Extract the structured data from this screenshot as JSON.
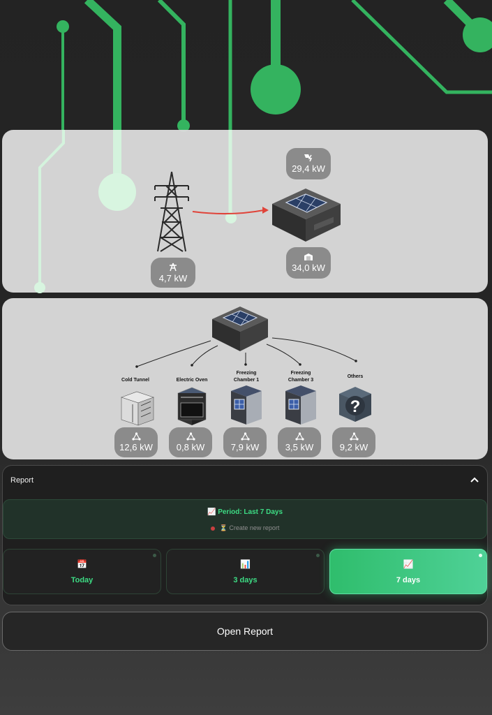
{
  "colors": {
    "accent": "#3ddc84",
    "pill": "#8b8b8b",
    "card": "#dbdbdb",
    "arrow": "#e0443a"
  },
  "energy_flow": {
    "grid": {
      "icon": "power-tower-icon",
      "value": "4,7 kW"
    },
    "solar": {
      "icon": "solar-power-icon",
      "value": "29,4 kW"
    },
    "building": {
      "icon": "factory-icon",
      "value": "34,0 kW"
    }
  },
  "consumers": [
    {
      "name": "Cold Tunnel",
      "value": "12,6 kW"
    },
    {
      "name": "Electric Oven",
      "value": "0,8 kW"
    },
    {
      "name": "Freezing Chamber 1",
      "value": "7,9 kW"
    },
    {
      "name": "Freezing Chamber 3",
      "value": "3,5 kW"
    },
    {
      "name": "Others",
      "value": "9,2 kW"
    }
  ],
  "report": {
    "title": "Report",
    "period_label": "📈 Period: Last 7 Days",
    "create_label": "⏳ Create new report",
    "ranges": [
      {
        "icon": "📅",
        "label": "Today"
      },
      {
        "icon": "📊",
        "label": "3 days"
      },
      {
        "icon": "📈",
        "label": "7 days"
      }
    ],
    "open_button": "Open Report"
  }
}
